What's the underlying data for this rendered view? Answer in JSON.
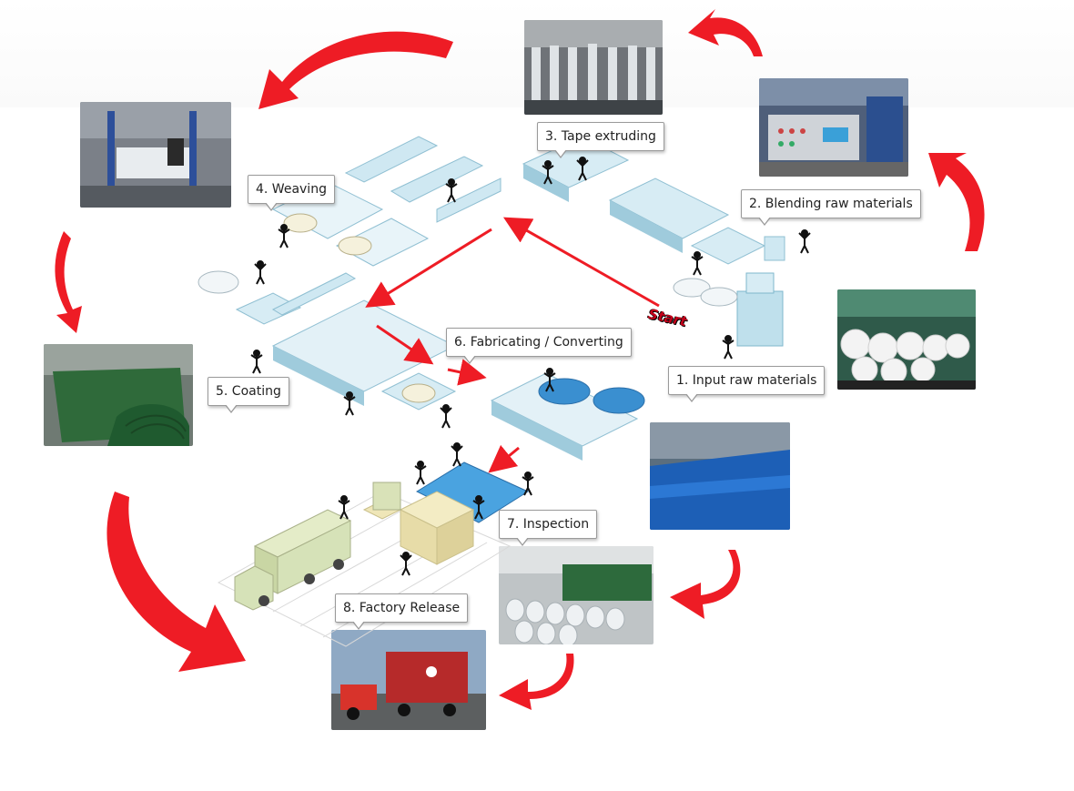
{
  "labels": {
    "step1": "1. Input raw materials",
    "step2": "2. Blending raw materials",
    "step3": "3. Tape extruding",
    "step4": "4. Weaving",
    "step5": "5. Coating",
    "step6": "6. Fabricating / Converting",
    "step7": "7. Inspection",
    "step8": "8. Factory Release"
  },
  "start_label": "Start",
  "colors": {
    "arrow": "#ee1c25",
    "machine": "#bfe0ec",
    "machine_dark": "#7fb7cc",
    "tarp_blue": "#3a8fd0",
    "truck": "#d6e2b8",
    "boxes": "#efe6b8"
  }
}
